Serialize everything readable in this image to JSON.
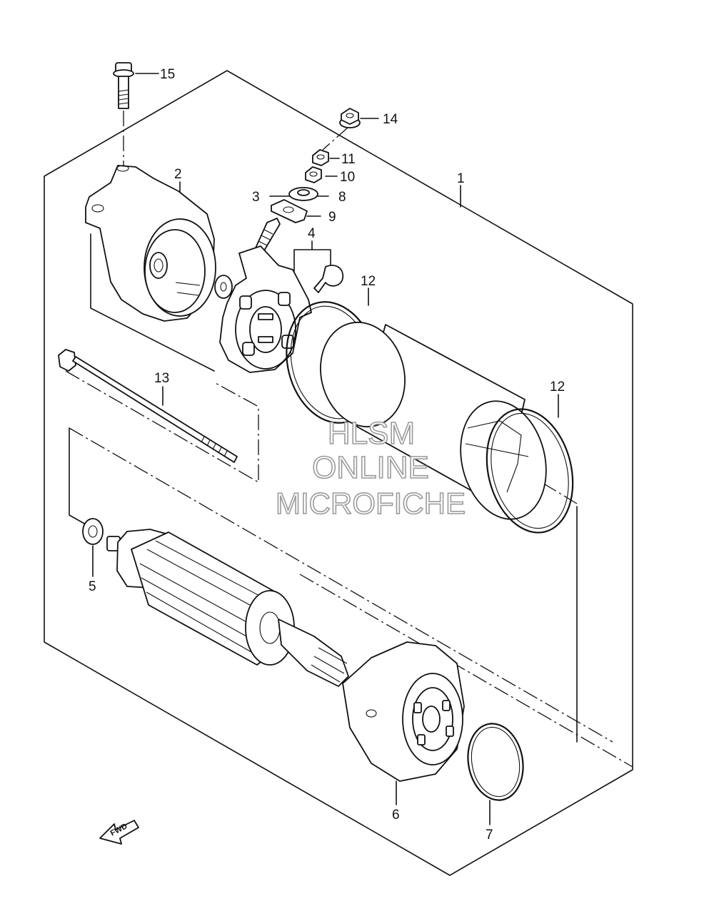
{
  "diagram": {
    "watermark": [
      "HLSM",
      "ONLINE",
      "MICROFICHE"
    ],
    "fwd_label": "FWD",
    "callouts": [
      {
        "id": "1",
        "label": "1"
      },
      {
        "id": "2",
        "label": "2"
      },
      {
        "id": "3",
        "label": "3"
      },
      {
        "id": "4",
        "label": "4"
      },
      {
        "id": "5",
        "label": "5"
      },
      {
        "id": "6",
        "label": "6"
      },
      {
        "id": "7",
        "label": "7"
      },
      {
        "id": "8",
        "label": "8"
      },
      {
        "id": "9",
        "label": "9"
      },
      {
        "id": "10",
        "label": "10"
      },
      {
        "id": "11",
        "label": "11"
      },
      {
        "id": "12a",
        "label": "12"
      },
      {
        "id": "12b",
        "label": "12"
      },
      {
        "id": "13",
        "label": "13"
      },
      {
        "id": "14",
        "label": "14"
      },
      {
        "id": "15",
        "label": "15"
      }
    ]
  }
}
